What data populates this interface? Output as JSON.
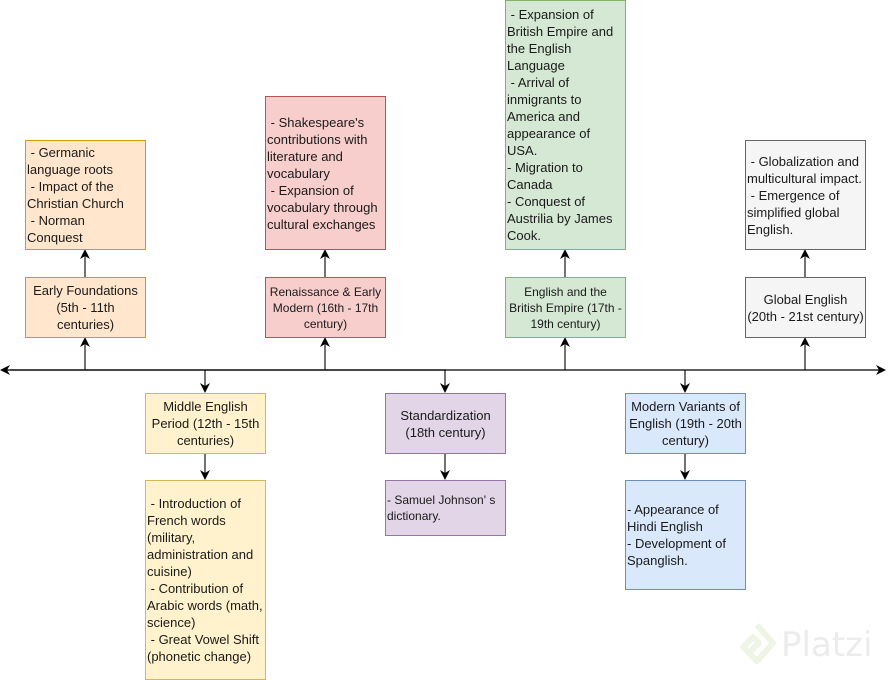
{
  "timeline": {
    "eras": [
      {
        "id": "early-foundations",
        "title": "Early Foundations (5th - 11th centuries)",
        "details": " - Germanic language roots\n - Impact of the Christian Church\n - Norman Conquest",
        "position": "above",
        "color": "#ffe6cc"
      },
      {
        "id": "middle-english",
        "title": "Middle English Period (12th - 15th centuries)",
        "details": " - Introduction of French words (military, administration and cuisine)\n - Contribution of Arabic words (math, science)\n - Great Vowel Shift (phonetic change)",
        "position": "below",
        "color": "#fff2cc"
      },
      {
        "id": "renaissance",
        "title": "Renaissance & Early Modern (16th - 17th century)",
        "details": " - Shakespeare's contributions with literature and vocabulary\n - Expansion of vocabulary through cultural exchanges",
        "position": "above",
        "color": "#f8cecc"
      },
      {
        "id": "standardization",
        "title": "Standardization (18th century)",
        "details": "- Samuel Johnson' s dictionary.",
        "position": "below",
        "color": "#e1d5e7"
      },
      {
        "id": "british-empire",
        "title": "English and the British Empire (17th - 19th century)",
        "details": " - Expansion of British Empire and the English Language\n - Arrival of inmigrants to America and appearance of USA.\n- Migration to Canada\n- Conquest of Austrilia by James Cook.",
        "position": "above",
        "color": "#d5e8d4"
      },
      {
        "id": "modern-variants",
        "title": "Modern Variants of English (19th - 20th century)",
        "details": "- Appearance of Hindi English\n- Development of Spanglish.",
        "position": "below",
        "color": "#dae8fc"
      },
      {
        "id": "global-english",
        "title": "Global English (20th - 21st century)",
        "details": " - Globalization and multicultural impact.\n - Emergence of simplified global English.",
        "position": "above",
        "color": "#f5f5f5"
      }
    ]
  },
  "watermark": {
    "brand": "Platzi",
    "icon": "platzi-logo-icon"
  }
}
